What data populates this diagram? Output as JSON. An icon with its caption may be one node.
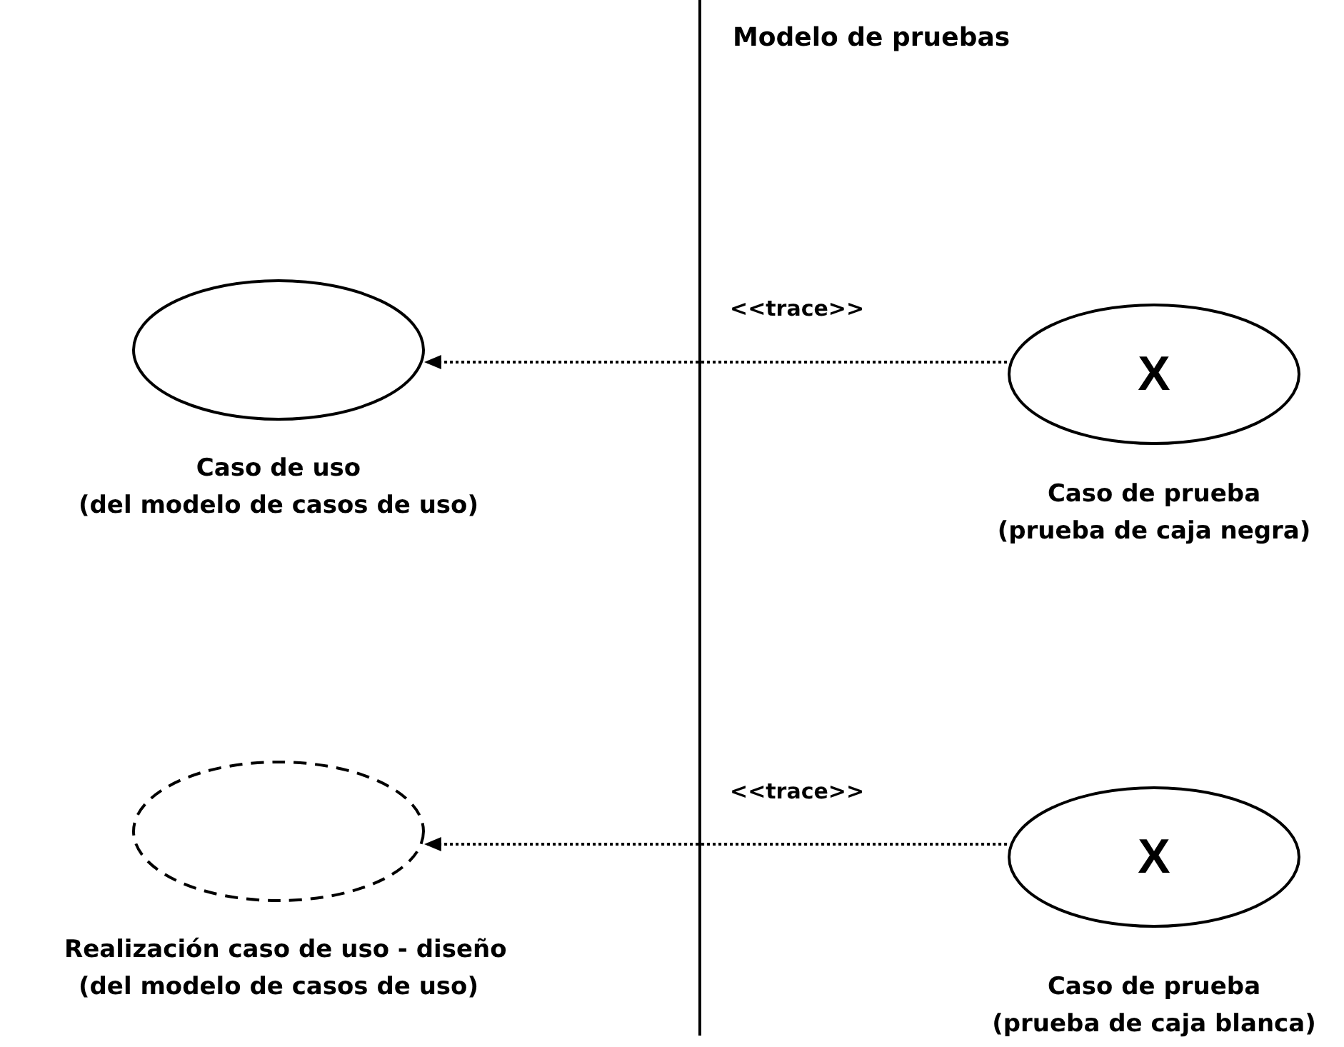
{
  "diagram": {
    "nodes": [
      {
        "text": [],
        "shape": "ellipse",
        "beside": [
          "Caso de uso",
          "(del modelo de casos de uso)"
        ]
      },
      {
        "text": [
          "X"
        ],
        "beside": [
          "Caso de prueba",
          "(prueba de caja negra)"
        ]
      },
      {
        "text": [],
        "shape": "ellipse",
        "beside": [
          "Realización caso de uso - diseño",
          "(del modelo de casos de uso)"
        ]
      },
      {
        "text": [
          "X"
        ],
        "beside": [
          "Caso de prueba",
          "(prueba de caja blanca)"
        ]
      }
    ],
    "edges": [
      {
        "from": 1,
        "to": 0,
        "arrow": "to",
        "style": "dashed",
        "label": "<<trace>>"
      },
      {
        "from": 3,
        "to": 2,
        "arrow": "to",
        "style": "dashed",
        "label": "<<trace>>"
      }
    ],
    "labels": [
      "Modelo de pruebas"
    ]
  }
}
